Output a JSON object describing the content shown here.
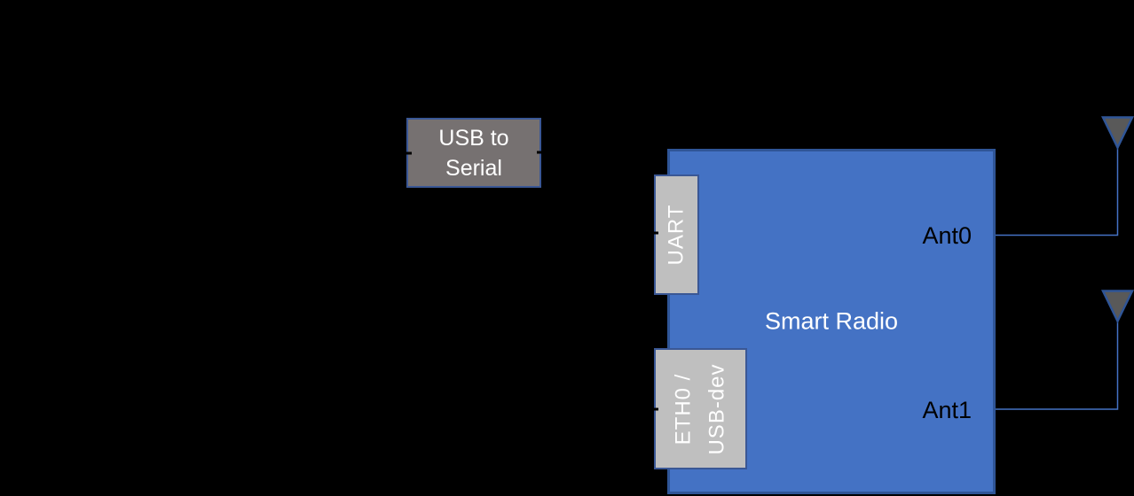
{
  "colors": {
    "background": "#000000",
    "radio_fill": "#4472C4",
    "radio_border": "#2F5597",
    "port_fill": "#BFBFBF",
    "port_border": "#3A5795",
    "usb_fill": "#767171",
    "usb_border": "#3A5795",
    "antenna_fill": "#595959",
    "wire": "#4472C4",
    "hidden_wire": "#000000",
    "label_light": "#FFFFFF",
    "label_dark": "#000000"
  },
  "nodes": {
    "usb_serial": {
      "line1": "USB to",
      "line2": "Serial"
    },
    "smart_radio": {
      "label": "Smart Radio"
    },
    "uart_port": {
      "label": "UART"
    },
    "eth_port": {
      "line1": "ETH0 /",
      "line2": "USB-dev"
    },
    "ant0": {
      "label": "Ant0"
    },
    "ant1": {
      "label": "Ant1"
    }
  },
  "icons": {
    "antenna": "downward-triangle-with-stem"
  }
}
